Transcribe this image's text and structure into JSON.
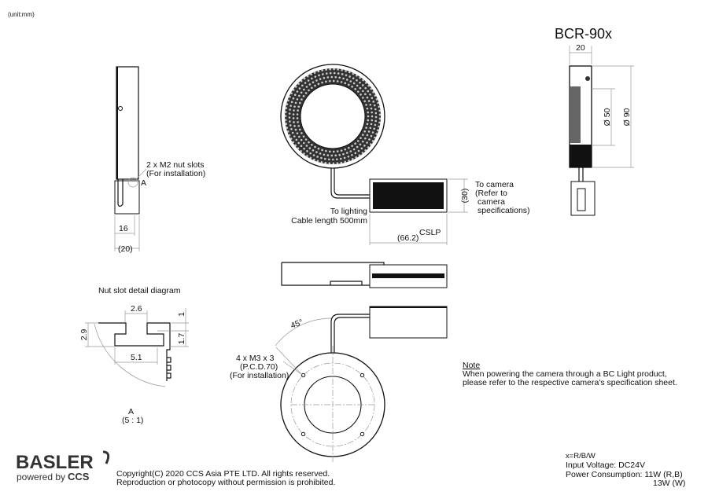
{
  "unit_label": "(unit:mm)",
  "model": "BCR-90x",
  "front_view": {
    "to_lighting": "To lighting",
    "cable_length": "Cable length 500mm",
    "height_dim": "(30)",
    "width_dim": "(66.2)",
    "connector_type": "CSLP",
    "to_camera": [
      "To camera",
      "(Refer to",
      "camera",
      "specifications)"
    ]
  },
  "side_view": {
    "nut_slots": "2 x M2 nut slots",
    "nut_slots_note": "(For installation)",
    "detail_marker": "A",
    "dim_inner": "16",
    "dim_outer": "(20)"
  },
  "right_view": {
    "width_dim": "20",
    "inner_dia": "Ø 50",
    "outer_dia": "Ø 90"
  },
  "nut_detail": {
    "title": "Nut slot detail diagram",
    "dims": [
      "2.6",
      "1",
      "2.9",
      "1.7",
      "5.1"
    ],
    "label": "A",
    "scale": "(5 : 1)"
  },
  "bottom_view": {
    "angle": "45°",
    "holes": "4 x M3 x 3",
    "pcd": "(P.C.D.70)",
    "holes_note": "(For installation)"
  },
  "note": {
    "title": "Note",
    "lines": [
      "When powering the camera through a BC Light product,",
      "please refer to the respective camera's specification sheet."
    ]
  },
  "specs": {
    "variants": "x=R/B/W",
    "voltage": "Input Voltage: DC24V",
    "power": "Power Consumption: 11W (R,B)",
    "power2": "13W (W)"
  },
  "logo": {
    "brand": "BASLER",
    "tagline": "powered by",
    "partner": "CCS"
  },
  "copyright": [
    "Copyright(C) 2020 CCS Asia PTE LTD. All rights reserved.",
    "Reproduction or photocopy without permission is prohibited."
  ]
}
